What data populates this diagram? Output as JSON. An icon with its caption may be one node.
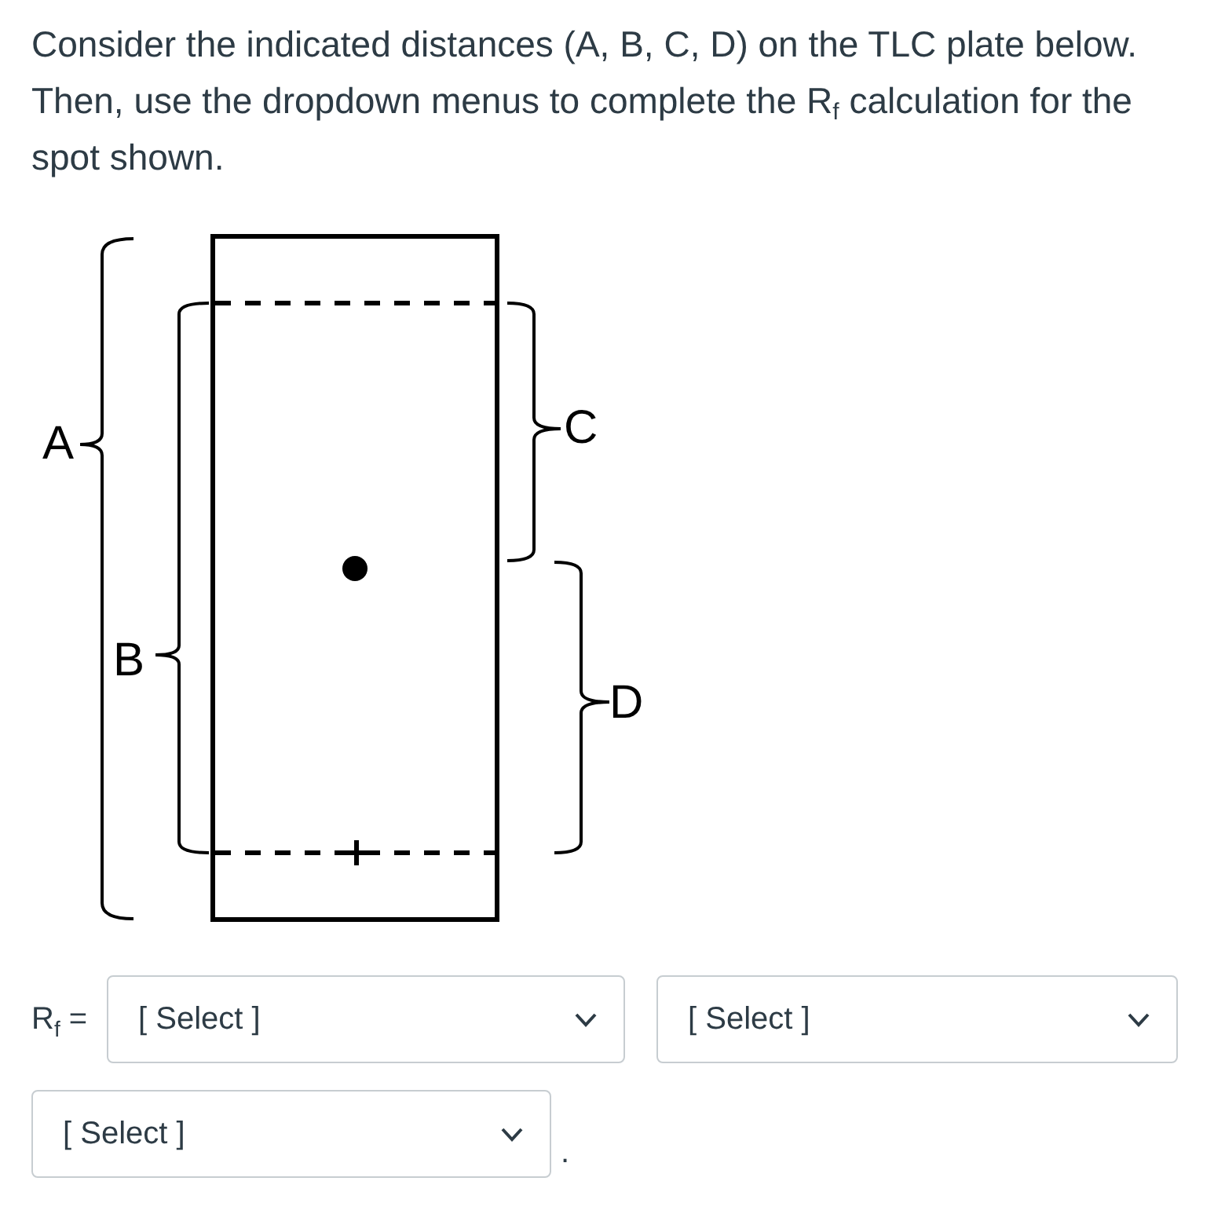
{
  "diagram": {
    "title": "Consider the indicated distances (A, B, C, D) on the TLC plate below. Then, use the dropdown menus to complete the R$_{f}$ calculation for the spot shown.",
    "labels": [
      "A",
      "C",
      "B",
      "D",
      "R$_{f}$ =",
      "[ Select ]",
      "[ Select ]",
      "[ Select ]",
      "."
    ]
  }
}
